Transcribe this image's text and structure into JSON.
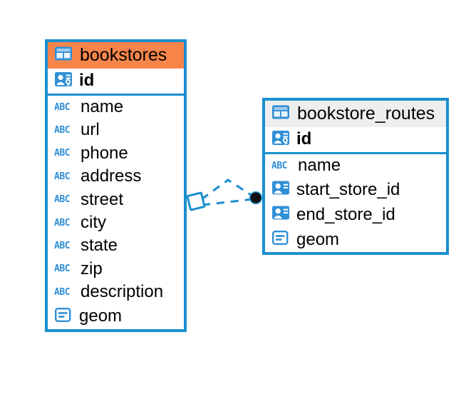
{
  "diagram": {
    "type": "entity-relationship-diagram",
    "colors": {
      "border_blue": "#1a8fd0",
      "header_orange": "#f7854a",
      "header_gray": "#eeeeee",
      "icon_blue": "#2f8fd6",
      "connector_blue": "#1a8fd0",
      "endpoint_dark": "#111111",
      "background": "#ffffff"
    },
    "entities": [
      {
        "name": "bookstores",
        "header_style": "orange",
        "table_icon": "table-grid-icon",
        "fields": [
          {
            "label": "id",
            "icon": "primary-key-icon",
            "bold": true,
            "separator": true
          },
          {
            "label": "name",
            "icon": "abc-text-icon",
            "bold": false,
            "separator": false
          },
          {
            "label": "url",
            "icon": "abc-text-icon",
            "bold": false,
            "separator": false
          },
          {
            "label": "phone",
            "icon": "abc-text-icon",
            "bold": false,
            "separator": false
          },
          {
            "label": "address",
            "icon": "abc-text-icon",
            "bold": false,
            "separator": false
          },
          {
            "label": "street",
            "icon": "abc-text-icon",
            "bold": false,
            "separator": false
          },
          {
            "label": "city",
            "icon": "abc-text-icon",
            "bold": false,
            "separator": false
          },
          {
            "label": "state",
            "icon": "abc-text-icon",
            "bold": false,
            "separator": false
          },
          {
            "label": "zip",
            "icon": "abc-text-icon",
            "bold": false,
            "separator": false
          },
          {
            "label": "description",
            "icon": "abc-text-icon",
            "bold": false,
            "separator": false
          },
          {
            "label": "geom",
            "icon": "geometry-icon",
            "bold": false,
            "separator": false
          }
        ]
      },
      {
        "name": "bookstore_routes",
        "header_style": "gray",
        "table_icon": "table-grid-icon",
        "fields": [
          {
            "label": "id",
            "icon": "primary-key-icon",
            "bold": true,
            "separator": true
          },
          {
            "label": "name",
            "icon": "abc-text-icon",
            "bold": false,
            "separator": false
          },
          {
            "label": "start_store_id",
            "icon": "foreign-key-icon",
            "bold": false,
            "separator": false
          },
          {
            "label": "end_store_id",
            "icon": "foreign-key-icon",
            "bold": false,
            "separator": false
          },
          {
            "label": "geom",
            "icon": "geometry-icon",
            "bold": false,
            "separator": false
          }
        ]
      }
    ],
    "relationships": [
      {
        "from_entity": "bookstores",
        "to_entity": "bookstore_routes",
        "source_marker": "diamond-endpoint",
        "target_marker": "circle-endpoint",
        "line_style": "dashed"
      },
      {
        "from_entity": "bookstores",
        "to_entity": "bookstore_routes",
        "source_marker": "diamond-endpoint",
        "target_marker": "circle-endpoint",
        "line_style": "dashed"
      }
    ],
    "icon_labels": {
      "abc_text": "ABC"
    }
  }
}
